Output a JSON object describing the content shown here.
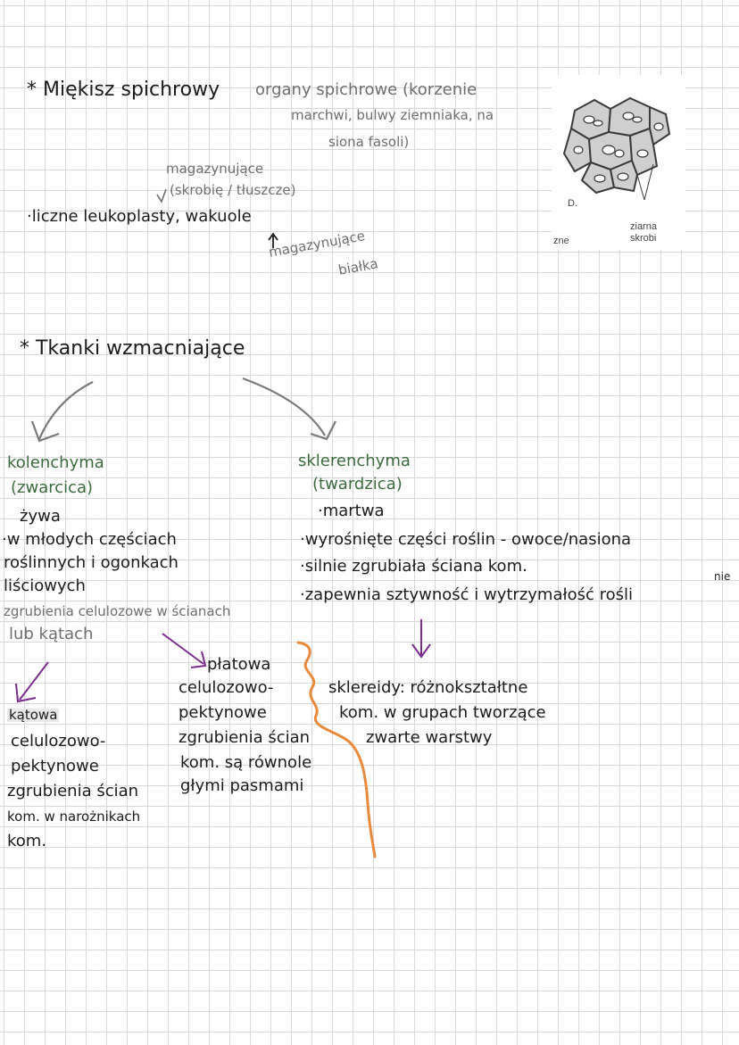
{
  "storage": {
    "heading": "* Miękisz spichrowy",
    "organs_line1": "organy spichrowe (korzenie",
    "organs_line2": "marchwi, bulwy ziemniaka, na",
    "organs_line3": "siona fasoli)",
    "store_a_line1": "magazynujące",
    "store_a_line2": "(skrobię / tłuszcze)",
    "plastids": "·liczne leukoplasty, wakuole",
    "store_b_line1": "magazynujące",
    "store_b_line2": "białka"
  },
  "figure": {
    "letter": "D.",
    "label_left": "zne",
    "label_right_line1": "ziarna",
    "label_right_line2": "skrobi"
  },
  "support": {
    "heading": "* Tkanki wzmacniające",
    "kolenchyma": {
      "title": "kolenchyma",
      "alias": "(zwarcica)",
      "p1": "żywa",
      "p2": "·w młodych częściach",
      "p3": "roślinnych i ogonkach",
      "p4": "liściowych",
      "p5": "zgrubienia celulozowe w ścianach",
      "p6": "lub kątach"
    },
    "sklerenchyma": {
      "title": "sklerenchyma",
      "alias": "(twardzica)",
      "p1": "·martwa",
      "p2": "·wyrośnięte części roślin - owoce/nasiona",
      "p3": "·silnie zgrubiała ściana kom.",
      "p4": "·zapewnia sztywność i wytrzymałość rośli",
      "p4_suffix": "nie"
    },
    "katowa": {
      "title": "kątowa",
      "line1": "celulozowo-",
      "line2": "pektynowe",
      "line3": "zgrubienia ścian",
      "line4": "kom. w narożnikach",
      "line5": "kom."
    },
    "plasztowa": {
      "title": "płatowa",
      "line1": "celulozowo-",
      "line2": "pektynowe",
      "line3": "zgrubienia ścian",
      "line4": "kom. są równole",
      "line5": "głymi pasmami"
    },
    "sklereidy": {
      "line1": "sklereidy: różnokształtne",
      "line2": "kom. w grupach tworzące",
      "line3": "zwarte warstwy"
    }
  },
  "colors": {
    "ink": "#1b1b1b",
    "pencil": "#6e6e6e",
    "green": "#3c6a3e",
    "purple": "#7b2d8e",
    "orange": "#e88a3c",
    "grid": "#d9d9d9"
  }
}
